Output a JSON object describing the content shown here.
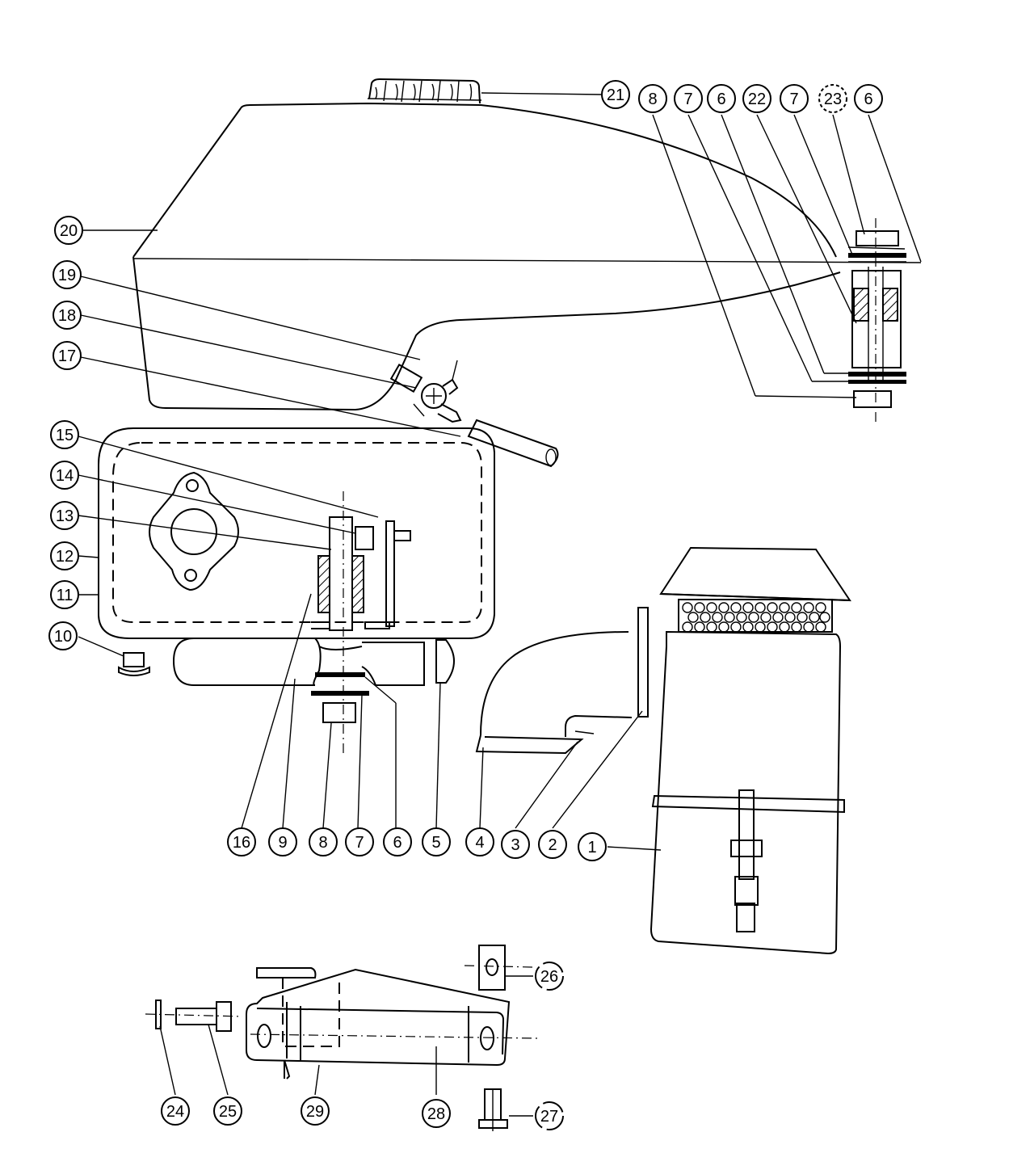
{
  "labels": [
    {
      "id": "1",
      "text": "1"
    },
    {
      "id": "2",
      "text": "2"
    },
    {
      "id": "3",
      "text": "3"
    },
    {
      "id": "4",
      "text": "4"
    },
    {
      "id": "5",
      "text": "5"
    },
    {
      "id": "6a",
      "text": "6"
    },
    {
      "id": "7a",
      "text": "7"
    },
    {
      "id": "8a",
      "text": "8"
    },
    {
      "id": "9",
      "text": "9"
    },
    {
      "id": "10",
      "text": "10"
    },
    {
      "id": "11",
      "text": "11"
    },
    {
      "id": "12",
      "text": "12"
    },
    {
      "id": "13",
      "text": "13"
    },
    {
      "id": "14",
      "text": "14"
    },
    {
      "id": "15",
      "text": "15"
    },
    {
      "id": "16",
      "text": "16"
    },
    {
      "id": "17",
      "text": "17"
    },
    {
      "id": "18",
      "text": "18"
    },
    {
      "id": "19",
      "text": "19"
    },
    {
      "id": "20",
      "text": "20"
    },
    {
      "id": "21",
      "text": "21"
    },
    {
      "id": "8b",
      "text": "8"
    },
    {
      "id": "7b",
      "text": "7"
    },
    {
      "id": "6b",
      "text": "6"
    },
    {
      "id": "22",
      "text": "22"
    },
    {
      "id": "7c",
      "text": "7"
    },
    {
      "id": "23",
      "text": "23"
    },
    {
      "id": "6c",
      "text": "6"
    },
    {
      "id": "24",
      "text": "24"
    },
    {
      "id": "25",
      "text": "25"
    },
    {
      "id": "26",
      "text": "26"
    },
    {
      "id": "27",
      "text": "27"
    },
    {
      "id": "28",
      "text": "28"
    },
    {
      "id": "29",
      "text": "29"
    }
  ]
}
